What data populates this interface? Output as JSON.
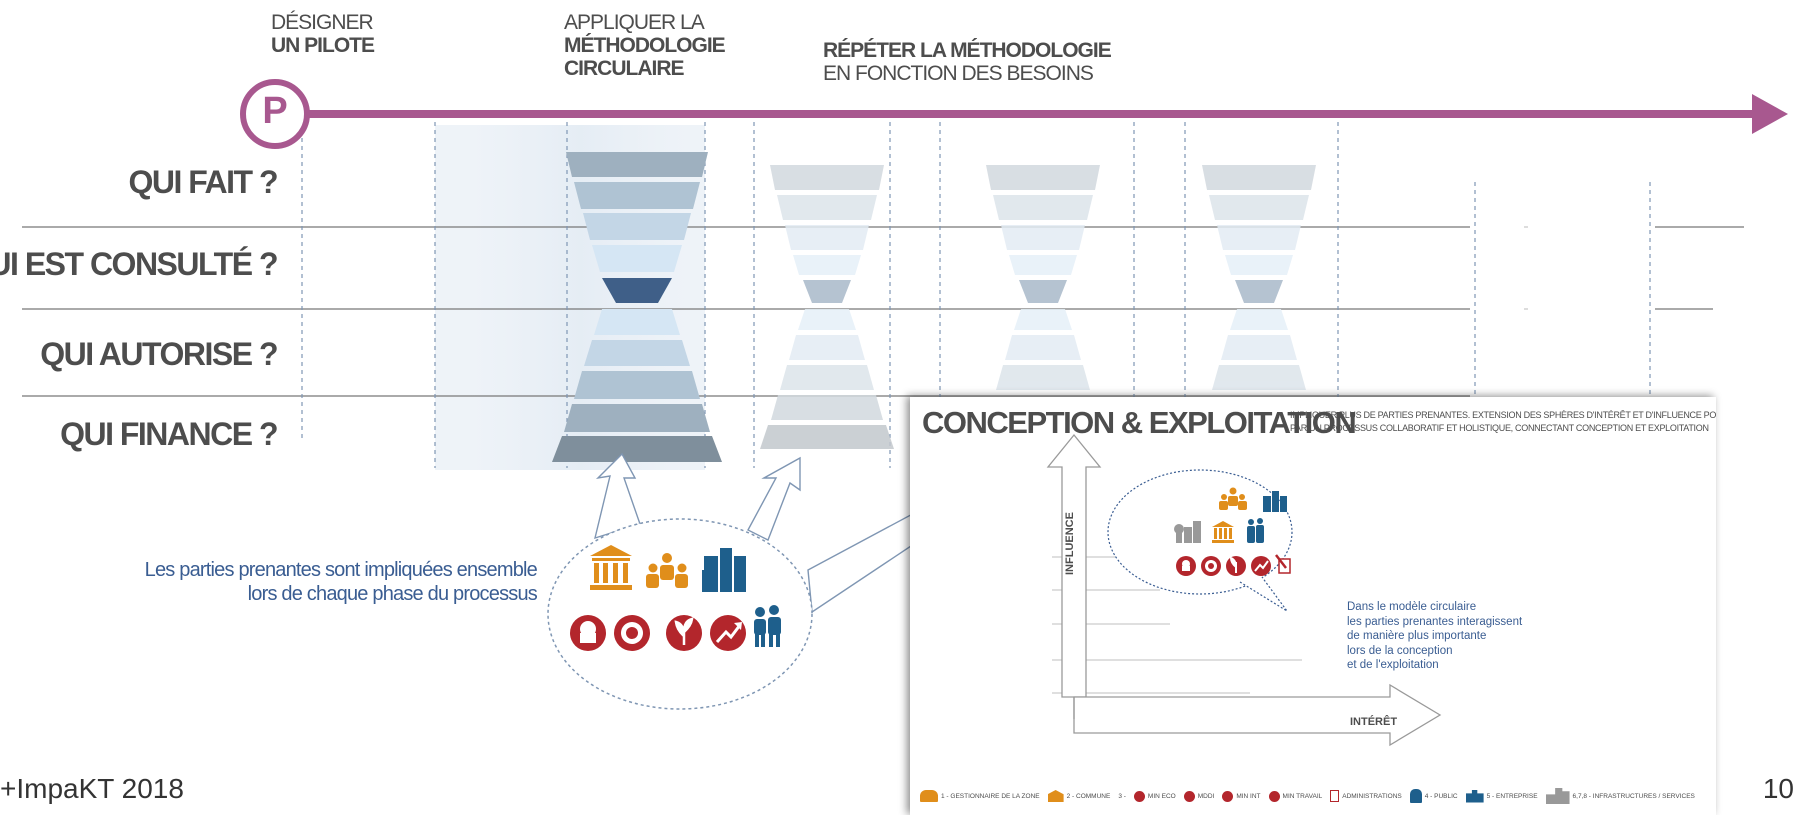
{
  "header": {
    "step1": {
      "line1": "DÉSIGNER",
      "line2": "UN PILOTE"
    },
    "step2": {
      "line1": "APPLIQUER LA",
      "line2": "MÉTHODOLOGIE",
      "line3": "CIRCULAIRE"
    },
    "step3": {
      "line1": "RÉPÉTER LA MÉTHODOLOGIE",
      "line2": "EN FONCTION DES BESOINS"
    },
    "pilot_badge": "P"
  },
  "rows": [
    "QUI FAIT ?",
    "QUI EST CONSULTÉ ?",
    "QUI AUTORISE ?",
    "QUI FINANCE ?"
  ],
  "stakeholders_caption": {
    "line1": "Les parties prenantes sont impliquées ensemble",
    "line2": "lors de chaque phase du processus"
  },
  "inset": {
    "title": "CONCEPTION & EXPLOITATION",
    "subtitle_line1": "IMPLIQUER PLUS DE PARTIES PRENANTES. EXTENSION DES SPHÈRES D'INTÉRÊT ET D'INFLUENCE POSITIVE",
    "subtitle_line2": "PAR UN PROCESSUS COLLABORATIF ET HOLISTIQUE, CONNECTANT CONCEPTION ET EXPLOITATION",
    "axis_y": "INFLUENCE",
    "axis_x": "INTÉRÊT",
    "note": [
      "Dans le modèle circulaire",
      "les parties prenantes interagissent",
      "de manière plus importante",
      "lors de la conception",
      "et de l'exploitation"
    ],
    "legend": [
      {
        "label": "1 - GESTIONNAIRE DE LA ZONE",
        "icon": "people-group-icon",
        "color": "#e08e1b"
      },
      {
        "label": "2 - COMMUNE",
        "icon": "town-hall-icon",
        "color": "#e08e1b"
      },
      {
        "label": "3 -",
        "icon": "",
        "color": "#4d4d4d"
      },
      {
        "label": "MIN ECO",
        "icon": "ministry-eco-icon",
        "color": "#b3262c"
      },
      {
        "label": "MDDI",
        "icon": "ministry-mddi-icon",
        "color": "#b3262c"
      },
      {
        "label": "MIN INT",
        "icon": "ministry-int-icon",
        "color": "#b3262c"
      },
      {
        "label": "MIN TRAVAIL",
        "icon": "ministry-travail-icon",
        "color": "#b3262c"
      },
      {
        "label": "ADMINISTRATIONS",
        "icon": "document-icon",
        "color": "#b3262c"
      },
      {
        "label": "4 - PUBLIC",
        "icon": "public-icon",
        "color": "#1e5f8c"
      },
      {
        "label": "5 - ENTREPRISE",
        "icon": "enterprise-icon",
        "color": "#1e5f8c"
      },
      {
        "label": "6,7,8 - INFRASTRUCTURES / SERVICES",
        "icon": "infrastructure-icon",
        "color": "#999999"
      }
    ]
  },
  "footer": {
    "brand": "+ImpaKT 2018",
    "page": "10"
  },
  "colors": {
    "arrow": "#a8588f",
    "text": "#4d4d4d",
    "blue_text": "#3a5d92",
    "orange": "#e08e1b",
    "red": "#b3262c",
    "blue": "#1e5f8c"
  }
}
